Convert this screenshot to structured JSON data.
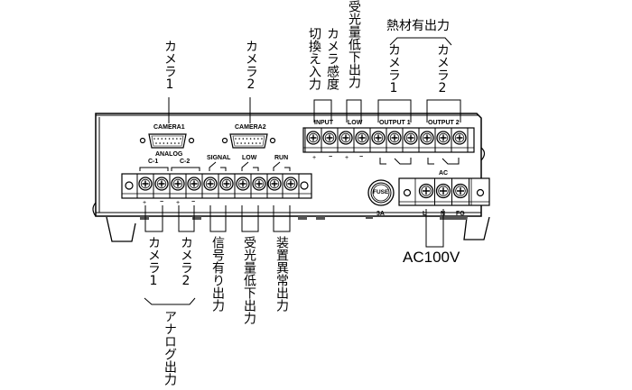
{
  "callouts_top": {
    "camera1": "カメラ1",
    "camera2": "カメラ2",
    "switch_input": "切換え入力",
    "camera_sensitivity": "カメラ感度",
    "low_light_output": "受光量低下出力",
    "hot_material_output": "熱材有出力",
    "hot_camera1": "カメラ1",
    "hot_camera2": "カメラ2"
  },
  "callouts_bottom": {
    "analog_camera1": "カメラ1",
    "analog_camera2": "カメラ2",
    "analog_output": "アナログ出力",
    "signal_output": "信号有り出力",
    "low_light_output": "受光量低下出力",
    "device_error_output": "装置異常出力",
    "ac_power": "AC100V"
  },
  "panel_labels": {
    "camera1": "CAMERA1",
    "camera2": "CAMERA2",
    "analog": "ANALOG",
    "c1": "C-1",
    "c2": "C-2",
    "signal": "SIGNAL",
    "low": "LOW",
    "run": "RUN",
    "input": "INPUT",
    "low_top": "LOW",
    "output1": "OUTPUT 1",
    "output2": "OUTPUT 2",
    "ac": "AC",
    "fuse": "FUSE",
    "fuse_rating": "3A",
    "l": "L",
    "n": "N",
    "fg": "FG",
    "plus": "+",
    "minus": "−"
  },
  "colors": {
    "line": "#000000",
    "panel_fill": "#ffffff",
    "terminal_fill": "#ffffff"
  }
}
